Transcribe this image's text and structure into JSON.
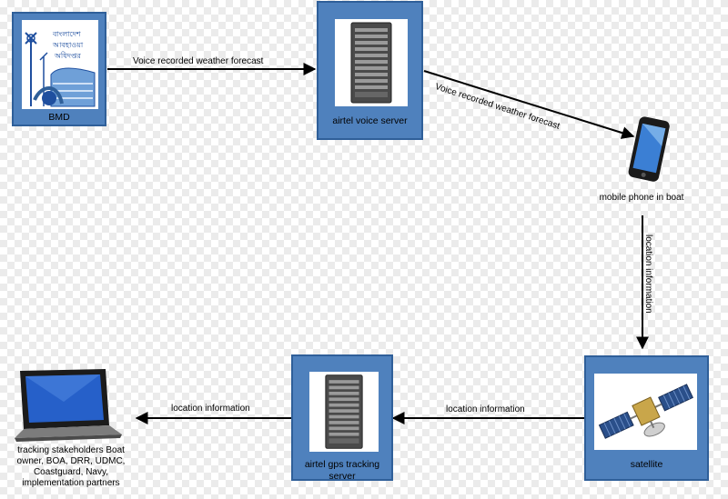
{
  "nodes": {
    "bmd": {
      "label": "BMD",
      "logo_text": "বাংলাদেশ আবহাওয়া অধিদপ্তর"
    },
    "voice_server": {
      "label": "airtel voice server"
    },
    "mobile": {
      "label": "mobile phone in boat"
    },
    "satellite": {
      "label": "satellite"
    },
    "gps_server": {
      "label": "airtel gps tracking server"
    },
    "stakeholders": {
      "label": "tracking stakeholders Boat owner, BOA, DRR, UDMC, Coastguard, Navy, implementation partners"
    }
  },
  "edges": {
    "bmd_to_voice": "Voice recorded weather forecast",
    "voice_to_mobile": "Voice recorded weather forecast",
    "mobile_to_satellite": "location information",
    "satellite_to_gps": "location information",
    "gps_to_stakeholders": "location information"
  },
  "colors": {
    "box_fill": "#4f81bd",
    "box_border": "#2f5f99",
    "arrow": "#000000"
  }
}
